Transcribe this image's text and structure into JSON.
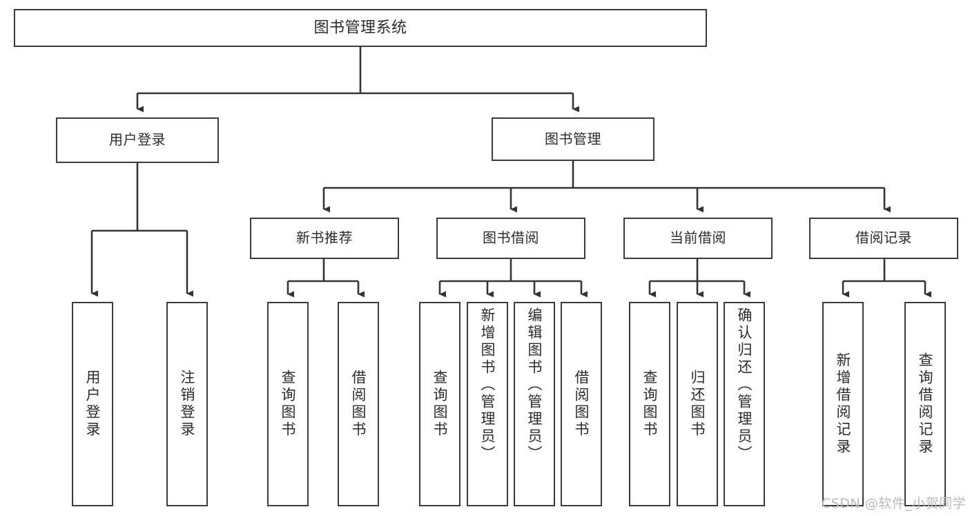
{
  "diagram": {
    "title": "图书管理系统",
    "type": "tree-hierarchy-chart",
    "orientation": "top-down",
    "colors": {
      "box_border": "#3a3a3a",
      "box_fill": "#ffffff",
      "text": "#2b2b2b",
      "connector": "#333333",
      "watermark": "#b9b9b9",
      "background": "#ffffff"
    },
    "root": {
      "label": "图书管理系统"
    },
    "level1": [
      {
        "label": "用户登录"
      },
      {
        "label": "图书管理"
      }
    ],
    "level2": [
      {
        "label": "新书推荐"
      },
      {
        "label": "图书借阅"
      },
      {
        "label": "当前借阅"
      },
      {
        "label": "借阅记录"
      }
    ],
    "leaves": {
      "user_login": [
        {
          "label": "用户登录"
        },
        {
          "label": "注销登录"
        }
      ],
      "new_book_recommend": [
        {
          "label": "查询图书"
        },
        {
          "label": "借阅图书"
        }
      ],
      "book_borrow": [
        {
          "label": "查询图书"
        },
        {
          "label": "新增图书（管理员）"
        },
        {
          "label": "编辑图书（管理员）"
        },
        {
          "label": "借阅图书"
        }
      ],
      "current_borrow": [
        {
          "label": "查询图书"
        },
        {
          "label": "归还图书"
        },
        {
          "label": "确认归还（管理员）"
        }
      ],
      "borrow_record": [
        {
          "label": "新增借阅记录"
        },
        {
          "label": "查询借阅记录"
        }
      ]
    },
    "watermark": "CSDN @软件_小贺同学"
  }
}
